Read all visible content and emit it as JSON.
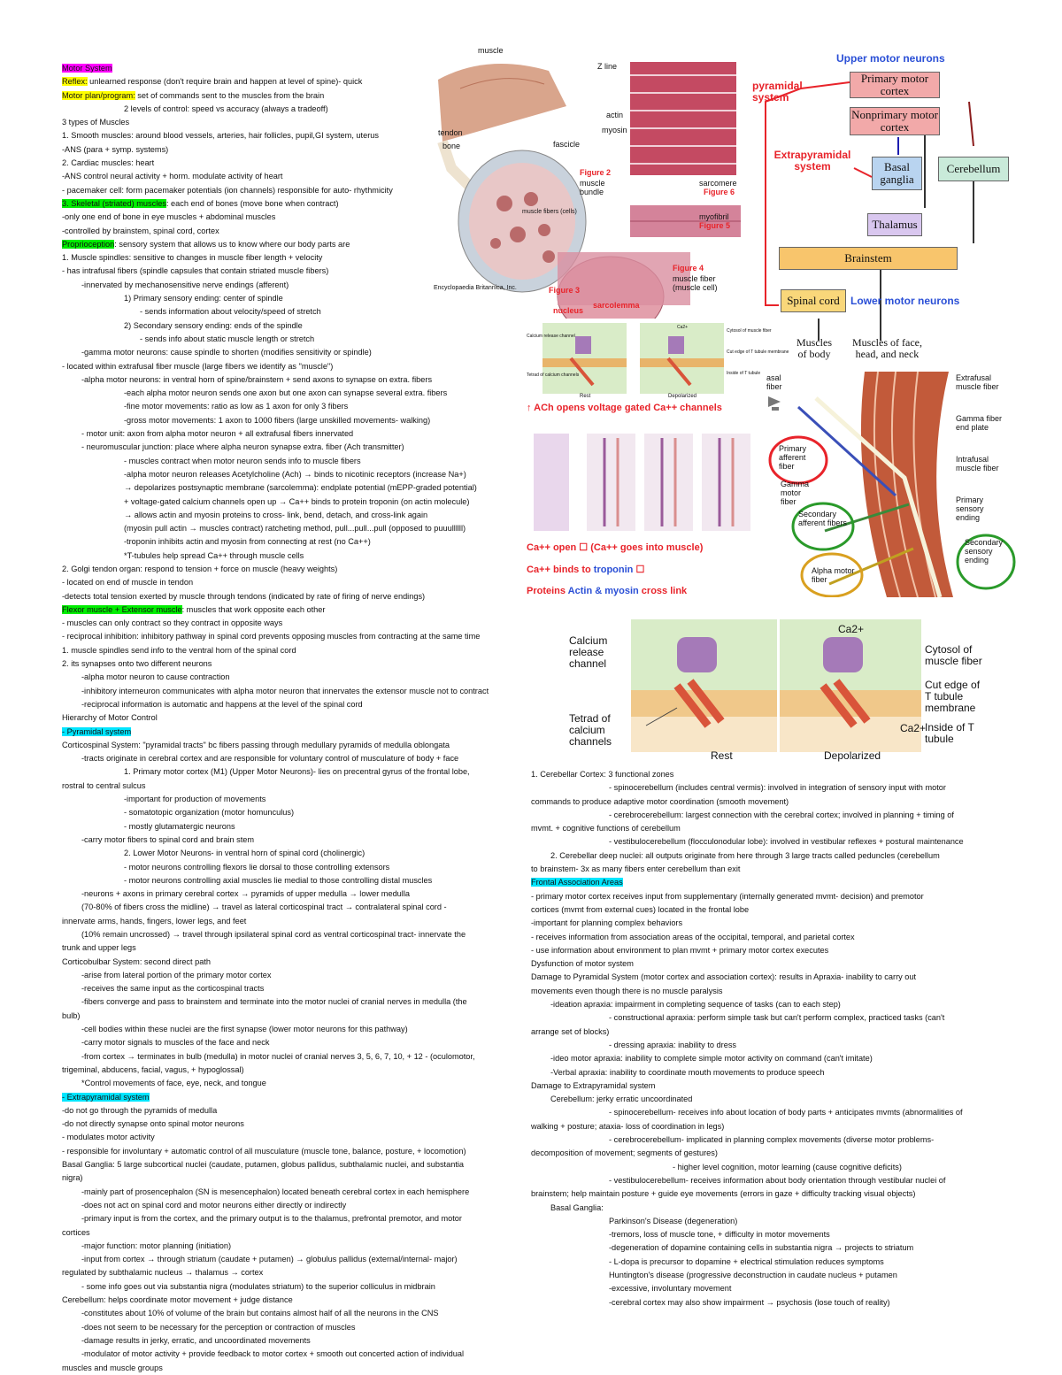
{
  "left_col": [
    {
      "t": "Motor System",
      "c": "m",
      "ind": 0
    },
    {
      "h": "Reflex:",
      "hc": "y",
      "t": " unlearned response (don't require brain and happen at level of spine)- quick",
      "ind": 0
    },
    {
      "h": "Motor plan/program:",
      "hc": "y",
      "t": " set of commands sent to the muscles from the brain",
      "ind": 0
    },
    {
      "t": "2 levels of control: speed vs accuracy (always a tradeoff)",
      "ind": 2
    },
    {
      "t": "3 types of Muscles",
      "ind": 0
    },
    {
      "t": "1. Smooth muscles: around blood vessels, arteries, hair follicles, pupil,GI system, uterus",
      "ind": 0
    },
    {
      "t": "-ANS (para + symp. systems)",
      "ind": 0
    },
    {
      "t": "2. Cardiac muscles: heart",
      "ind": 0
    },
    {
      "t": "-ANS control neural activity + horm. modulate activity of heart",
      "ind": 0
    },
    {
      "t": "- pacemaker cell: form pacemaker potentials (ion channels) responsible for auto- rhythmicity",
      "ind": 0
    },
    {
      "h": "3. Skeletal (striated) muscles",
      "hc": "g",
      "t": ": each end of bones (move bone when contract)",
      "ind": 0
    },
    {
      "t": "-only one end of bone in eye muscles + abdominal muscles",
      "ind": 0
    },
    {
      "t": "-controlled by brainstem, spinal cord, cortex",
      "ind": 0
    },
    {
      "h": "Proprioception",
      "hc": "g",
      "t": ": sensory system that allows us to know where our body parts are",
      "ind": 0
    },
    {
      "t": "1. Muscle spindles: sensitive to changes in muscle fiber length + velocity",
      "ind": 0
    },
    {
      "t": "- has intrafusal fibers (spindle capsules that contain striated muscle fibers)",
      "ind": 0
    },
    {
      "t": "-innervated by mechanosensitive nerve endings (afferent)",
      "ind": 1
    },
    {
      "t": "1) Primary sensory ending: center of spindle",
      "ind": 2
    },
    {
      "t": "- sends information about velocity/speed of stretch",
      "ind": 3
    },
    {
      "t": "2) Secondary sensory ending: ends of the spindle",
      "ind": 2
    },
    {
      "t": "- sends info about static muscle length or stretch",
      "ind": 3
    },
    {
      "t": "-gamma motor neurons: cause spindle to shorten (modifies sensitivity or spindle)",
      "ind": 1
    },
    {
      "t": "- located within extrafusal fiber muscle (large fibers we identify as \"muscle\")",
      "ind": 0
    },
    {
      "t": "-alpha motor neurons: in ventral horn of spine/brainstem + send axons to synapse on extra. fibers",
      "ind": 1
    },
    {
      "t": "-each alpha motor neuron sends one axon but one axon can synapse several extra. fibers",
      "ind": 2
    },
    {
      "t": "-fine motor movements: ratio as low as 1 axon for only 3 fibers",
      "ind": 2
    },
    {
      "t": "-gross motor movements: 1 axon to 1000 fibers (large unskilled movements- walking)",
      "ind": 2
    },
    {
      "t": "- motor unit: axon from alpha motor neuron + all extrafusal fibers innervated",
      "ind": 1
    },
    {
      "t": "- neuromuscular junction: place where alpha neuron synapse extra. fiber (Ach transmitter)",
      "ind": 1
    },
    {
      "t": "- muscles contract when motor neuron sends info to muscle fibers",
      "ind": 2
    },
    {
      "t": "-alpha motor neuron releases Acetylcholine (Ach) → binds to nicotinic receptors (increase Na+)",
      "ind": 2
    },
    {
      "t": "→ depolarizes postsynaptic membrane (sarcolemma): endplate potential (mEPP-graded potential)",
      "ind": 2
    },
    {
      "t": "+ voltage-gated calcium channels open up → Ca++ binds to protein troponin (on actin molecule)",
      "ind": 2
    },
    {
      "t": "→ allows actin and myosin proteins to cross- link, bend, detach, and cross-link again",
      "ind": 2
    },
    {
      "t": "(myosin pull actin → muscles contract) ratcheting method, pull...pull...pull (opposed to puuullllll)",
      "ind": 2
    },
    {
      "t": "-troponin inhibits actin and myosin from connecting at rest (no Ca++)",
      "ind": 2
    },
    {
      "t": "*T-tubules help spread Ca++ through muscle cells",
      "ind": 2
    },
    {
      "t": "2. Golgi tendon organ: respond to tension + force on muscle (heavy weights)",
      "ind": 0
    },
    {
      "t": "- located on end of muscle in tendon",
      "ind": 0
    },
    {
      "t": "-detects total tension exerted by muscle through tendons (indicated by rate of firing of nerve endings)",
      "ind": 0
    },
    {
      "h": "Flexor muscle + Extensor muscle",
      "hc": "g",
      "t": ": muscles that work opposite each other",
      "ind": 0
    },
    {
      "t": "- muscles can only contract so they contract in opposite ways",
      "ind": 0
    },
    {
      "t": "- reciprocal inhibition: inhibitory pathway in spinal cord prevents opposing muscles from contracting at the same time",
      "ind": 0
    },
    {
      "t": "1. muscle spindles send info to the ventral horn of the spinal cord",
      "ind": 0
    },
    {
      "t": "2. its synapses onto two different neurons",
      "ind": 0
    },
    {
      "t": "-alpha motor neuron to cause contraction",
      "ind": 1
    },
    {
      "t": "-inhibitory interneuron communicates with alpha motor neuron that innervates the extensor muscle not to contract",
      "ind": 1
    },
    {
      "t": "-reciprocal information is automatic and happens at the level of the spinal cord",
      "ind": 1
    },
    {
      "t": "Hierarchy of Motor Control",
      "ind": 0
    },
    {
      "t": "- Pyramidal system",
      "c": "c",
      "ind": 0
    },
    {
      "t": "Corticospinal System: \"pyramidal tracts\" bc fibers passing through medullary pyramids of medulla oblongata",
      "ind": 0
    },
    {
      "t": "-tracts originate in cerebral cortex and are responsible for voluntary control of musculature of body + face",
      "ind": 1
    },
    {
      "t": "1. Primary motor cortex (M1) (Upper Motor Neurons)- lies on precentral gyrus of the frontal lobe,",
      "ind": 2
    },
    {
      "t": "rostral to central sulcus",
      "ind": 0
    },
    {
      "t": "-important for production of movements",
      "ind": 2
    },
    {
      "t": "- somatotopic organization (motor homunculus)",
      "ind": 2
    },
    {
      "t": "- mostly glutamatergic neurons",
      "ind": 2
    },
    {
      "t": "-carry motor fibers to spinal cord and brain stem",
      "ind": 1
    },
    {
      "t": "2. Lower Motor Neurons- in ventral horn of spinal cord (cholinergic)",
      "ind": 2
    },
    {
      "t": "- motor neurons controlling flexors lie dorsal to those controlling extensors",
      "ind": 2
    },
    {
      "t": "- motor neurons controlling axial muscles lie medial to those controlling distal muscles",
      "ind": 2
    },
    {
      "t": "-neurons + axons in primary cerebral cortex → pyramids of upper medulla → lower medulla",
      "ind": 1
    },
    {
      "t": "(70-80% of fibers cross the midline) → travel as lateral corticospinal tract → contralateral spinal cord -",
      "ind": 1
    },
    {
      "t": "innervate arms, hands, fingers, lower legs, and feet",
      "ind": 0
    },
    {
      "t": "(10% remain uncrossed) → travel through ipsilateral spinal cord as ventral corticospinal tract- innervate the",
      "ind": 1
    },
    {
      "t": "trunk and upper legs",
      "ind": 0
    },
    {
      "t": "Corticobulbar System: second direct path",
      "ind": 0
    },
    {
      "t": "-arise from lateral portion of the primary motor cortex",
      "ind": 1
    },
    {
      "t": "-receives the same input as the corticospinal tracts",
      "ind": 1
    },
    {
      "t": "-fibers converge and pass to brainstem and terminate into the motor nuclei of cranial nerves in medulla (the",
      "ind": 1
    },
    {
      "t": "bulb)",
      "ind": 0
    },
    {
      "t": "-cell bodies within these nuclei are the first synapse (lower motor neurons for this pathway)",
      "ind": 1
    },
    {
      "t": "-carry motor signals to muscles of the face and neck",
      "ind": 1
    },
    {
      "t": "-from cortex → terminates in bulb (medulla) in motor nuclei of cranial nerves 3, 5, 6, 7, 10, + 12 - (oculomotor,",
      "ind": 1
    },
    {
      "t": "trigeminal, abducens, facial, vagus, + hypoglossal)",
      "ind": 0
    },
    {
      "t": "*Control movements of face, eye, neck, and tongue",
      "ind": 1
    },
    {
      "t": "- Extrapyramidal system",
      "c": "c",
      "ind": 0
    },
    {
      "t": "-do not go through the pyramids of medulla",
      "ind": 0
    },
    {
      "t": "-do not directly synapse onto spinal motor neurons",
      "ind": 0
    },
    {
      "t": "- modulates motor activity",
      "ind": 0
    },
    {
      "t": "- responsible for involuntary + automatic control of all musculature (muscle tone, balance, posture, + locomotion)",
      "ind": 0
    },
    {
      "t": "Basal Ganglia: 5 large subcortical nuclei (caudate, putamen, globus pallidus, subthalamic nuclei, and substantia",
      "ind": 0
    },
    {
      "t": "nigra)",
      "ind": 0
    },
    {
      "t": "-mainly part of prosencephalon (SN is mesencephalon) located beneath cerebral cortex in each hemisphere",
      "ind": 1
    },
    {
      "t": "-does not act on spinal cord and motor neurons either directly or indirectly",
      "ind": 1
    },
    {
      "t": "-primary input is from the cortex, and the primary output is to the thalamus, prefrontal premotor, and motor",
      "ind": 1
    },
    {
      "t": "cortices",
      "ind": 0
    },
    {
      "t": "-major function: motor planning (initiation)",
      "ind": 1
    },
    {
      "t": "-input from cortex → through striatum (caudate + putamen) → globulus pallidus (external/internal- major)",
      "ind": 1
    },
    {
      "t": "regulated by subthalamic nucleus → thalamus → cortex",
      "ind": 0
    },
    {
      "t": "- some info goes out via substantia nigra (modulates striatum) to the superior colliculus in midbrain",
      "ind": 1
    },
    {
      "t": "Cerebellum: helps coordinate motor movement + judge distance",
      "ind": 0
    },
    {
      "t": "-constitutes about 10% of volume of the brain but contains almost half of all the neurons in the CNS",
      "ind": 1
    },
    {
      "t": "-does not seem to be necessary for the perception or contraction of muscles",
      "ind": 1
    },
    {
      "t": "-damage results in jerky, erratic, and uncoordinated movements",
      "ind": 1
    },
    {
      "t": "-modulator of motor activity + provide feedback to motor cortex + smooth out concerted action of individual",
      "ind": 1
    },
    {
      "t": "muscles and muscle groups",
      "ind": 0
    }
  ],
  "right_col": [
    {
      "t": "1. Cerebellar Cortex: 3 functional zones",
      "ind": 0
    },
    {
      "t": "- spinocerebellum (includes central vermis): involved in integration of sensory input with motor",
      "ind": 3
    },
    {
      "t": "commands to produce adaptive motor coordination (smooth movement)",
      "ind": 0
    },
    {
      "t": "- cerebrocerebellum: largest connection with the cerebral cortex; involved in planning + timing of",
      "ind": 3
    },
    {
      "t": "mvmt. + cognitive functions of cerebellum",
      "ind": 0
    },
    {
      "t": "- vestibulocerebellum (flocculonodular lobe): involved in vestibular reflexes + postural maintenance",
      "ind": 3
    },
    {
      "t": "2. Cerebellar deep nuclei: all outputs originate from here through 3 large tracts called peduncles (cerebellum",
      "ind": 1
    },
    {
      "t": "to brainstem- 3x as many fibers enter cerebellum than exit",
      "ind": 0
    },
    {
      "t": "Frontal Association Areas",
      "c": "c",
      "ind": 0
    },
    {
      "t": "- primary motor cortex receives input from supplementary (internally generated mvmt- decision) and premotor",
      "ind": 0
    },
    {
      "t": "cortices (mvmt from external cues) located in the frontal lobe",
      "ind": 0
    },
    {
      "t": "-important for planning complex behaviors",
      "ind": 0
    },
    {
      "t": "- receives information from association areas of the occipital, temporal, and parietal cortex",
      "ind": 0
    },
    {
      "t": "- use information about environment to plan mvmt + primary motor cortex executes",
      "ind": 0
    },
    {
      "t": "Dysfunction of motor system",
      "ind": 0
    },
    {
      "t": "Damage to Pyramidal System (motor cortex and association cortex): results in Apraxia- inability to carry out",
      "ind": 0
    },
    {
      "t": "movements even though there is no muscle paralysis",
      "ind": 0
    },
    {
      "t": "-ideation apraxia: impairment in completing sequence of tasks (can to each step)",
      "ind": 1
    },
    {
      "t": "- constructional apraxia: perform simple task but can't perform complex, practiced tasks (can't",
      "ind": 3
    },
    {
      "t": "arrange set of blocks)",
      "ind": 0
    },
    {
      "t": "- dressing apraxia: inability to dress",
      "ind": 3
    },
    {
      "t": "-ideo motor apraxia: inability to complete simple motor activity on command (can't imitate)",
      "ind": 1
    },
    {
      "t": "-Verbal apraxia: inability to coordinate mouth movements to produce speech",
      "ind": 1
    },
    {
      "t": "Damage to Extrapyramidal system",
      "ind": 0
    },
    {
      "t": "Cerebellum: jerky erratic uncoordinated",
      "ind": 1
    },
    {
      "t": "- spinocerebellum- receives info about location of body parts + anticipates mvmts (abnormalities of",
      "ind": 3
    },
    {
      "t": "walking + posture; ataxia- loss of coordination in legs)",
      "ind": 0
    },
    {
      "t": "- cerebrocerebellum- implicated in planning complex movements (diverse motor problems-",
      "ind": 3
    },
    {
      "t": "decomposition of movement; segments of gestures)",
      "ind": 0
    },
    {
      "t": "- higher level cognition, motor learning (cause cognitive deficits)",
      "ind": 4
    },
    {
      "t": "- vestibulocerebellum- receives information about body orientation through vestibular nuclei of",
      "ind": 3
    },
    {
      "t": "brainstem; help maintain posture + guide eye movements (errors in gaze + difficulty tracking visual objects)",
      "ind": 0
    },
    {
      "t": "Basal Ganglia:",
      "ind": 1
    },
    {
      "t": "Parkinson's Disease (degeneration)",
      "ind": 3
    },
    {
      "t": "-tremors, loss of muscle tone, + difficulty in motor movements",
      "ind": 3
    },
    {
      "t": "-degeneration of dopamine containing cells in substantia nigra → projects to striatum",
      "ind": 3
    },
    {
      "t": "- L-dopa is precursor to dopamine + electrical stimulation reduces symptoms",
      "ind": 3
    },
    {
      "t": "Huntington's disease (progressive deconstruction in caudate nucleus + putamen",
      "ind": 3
    },
    {
      "t": "-excessive, involuntary movement",
      "ind": 3
    },
    {
      "t": "-cerebral cortex may also show impairment → psychosis (lose touch of reality)",
      "ind": 3
    }
  ],
  "muscle_fig": {
    "labels": [
      "muscle",
      "tendon",
      "bone",
      "fascicle",
      "Figure 2",
      "muscle bundle",
      "Figure 3",
      "muscle fibers (cells)",
      "myofibril",
      "Figure 5",
      "Figure 4",
      "muscle fiber (muscle cell)",
      "sarcolemma",
      "nucleus",
      "Z line",
      "actin",
      "myosin",
      "sarcomere",
      "Figure 6",
      "Encyclopaedia Britannica, Inc."
    ]
  },
  "motor_diagram": {
    "title": "Upper motor neurons",
    "pyramidal": "pyramidal system",
    "extrapyramidal": "Extrapyramidal system",
    "primary": "Primary motor cortex",
    "nonprimary": "Nonprimary motor cortex",
    "basal": "Basal ganglia",
    "cerebellum": "Cerebellum",
    "thalamus": "Thalamus",
    "brainstem": "Brainstem",
    "spinal": "Spinal cord",
    "lower": "Lower motor neurons",
    "muscles_body": "Muscles of body",
    "muscles_face": "Muscles of face, head, and neck"
  },
  "calcium_small": {
    "labels": [
      "Calcium release channel",
      "Tetrad of calcium channels",
      "Rest",
      "Depolarized",
      "Cytosol of muscle fiber",
      "Cut edge of T tubule membrane",
      "Inside of T tubule",
      "Ca2+"
    ]
  },
  "ach_notes": {
    "ach": "↑ ACh opens voltage gated Ca++ channels",
    "ca_open": "Ca++ open ☐ (Ca++ goes into muscle)",
    "ca_binds_a": "Ca++ binds to ",
    "troponin": "troponin",
    "ca_binds_b": " ☐",
    "proteins_a": "Proteins ",
    "proteins_b": "Actin & myosin",
    "proteins_c": " cross link"
  },
  "spindle_fig": {
    "labels": [
      "Extrafusal muscle fiber",
      "Gamma fiber end plate",
      "Intrafusal muscle fiber",
      "Primary sensory ending",
      "Secondary sensory ending",
      "Primary afferent fiber",
      "Gamma motor fiber",
      "Secondary afferent fibers",
      "Alpha motor fiber",
      "asal fiber"
    ]
  },
  "calcium_large": {
    "labels": [
      "Calcium release channel",
      "Tetrad of calcium channels",
      "Rest",
      "Depolarized",
      "Cytosol of muscle fiber",
      "Cut edge of T tubule membrane",
      "Inside of T tubule",
      "Ca2+",
      "Ca2+"
    ]
  }
}
